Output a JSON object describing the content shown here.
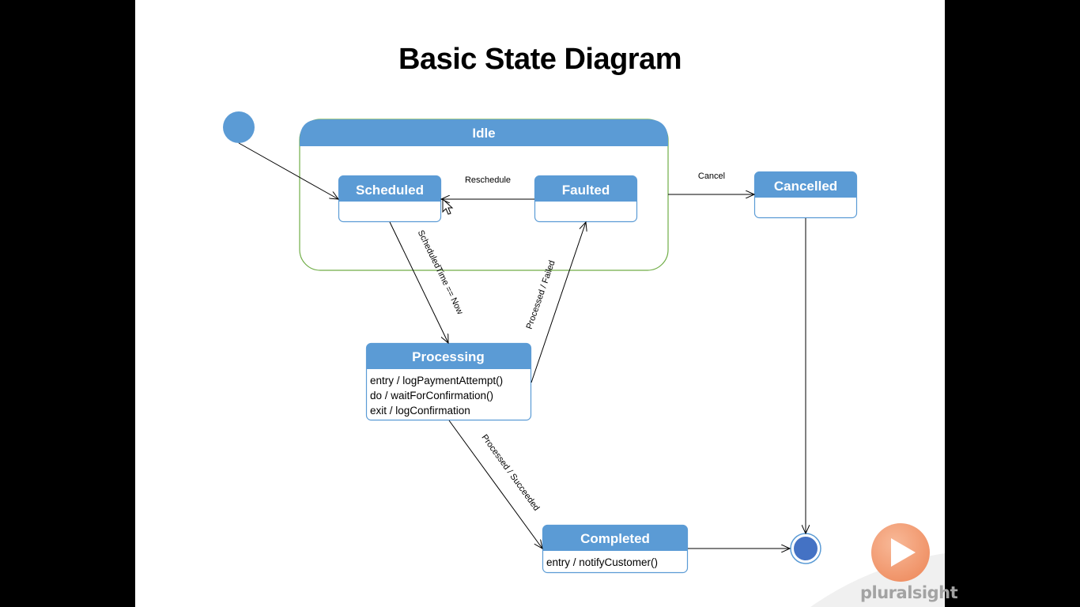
{
  "title": "Basic State Diagram",
  "states": {
    "idle": {
      "name": "Idle"
    },
    "scheduled": {
      "name": "Scheduled"
    },
    "faulted": {
      "name": "Faulted"
    },
    "cancelled": {
      "name": "Cancelled"
    },
    "processing": {
      "name": "Processing",
      "actions": [
        "entry / logPaymentAttempt()",
        "do / waitForConfirmation()",
        "exit / logConfirmation"
      ]
    },
    "completed": {
      "name": "Completed",
      "actions": [
        "entry / notifyCustomer()"
      ]
    }
  },
  "transitions": {
    "reschedule": "Reschedule",
    "cancel": "Cancel",
    "scheduled_time": "ScheduledTime == Now",
    "processed_failed": "Processed / Failed",
    "processed_succeeded": "Processed / Succeeded"
  },
  "brand": "pluralsight",
  "colors": {
    "state_header": "#5b9bd5",
    "state_border": "#5b9bd5",
    "composite_border": "#70ad47",
    "initial_node": "#5b9bd5",
    "final_node": "#4472c4",
    "arrow": "#000000",
    "logo_play": "#f4a27d"
  }
}
